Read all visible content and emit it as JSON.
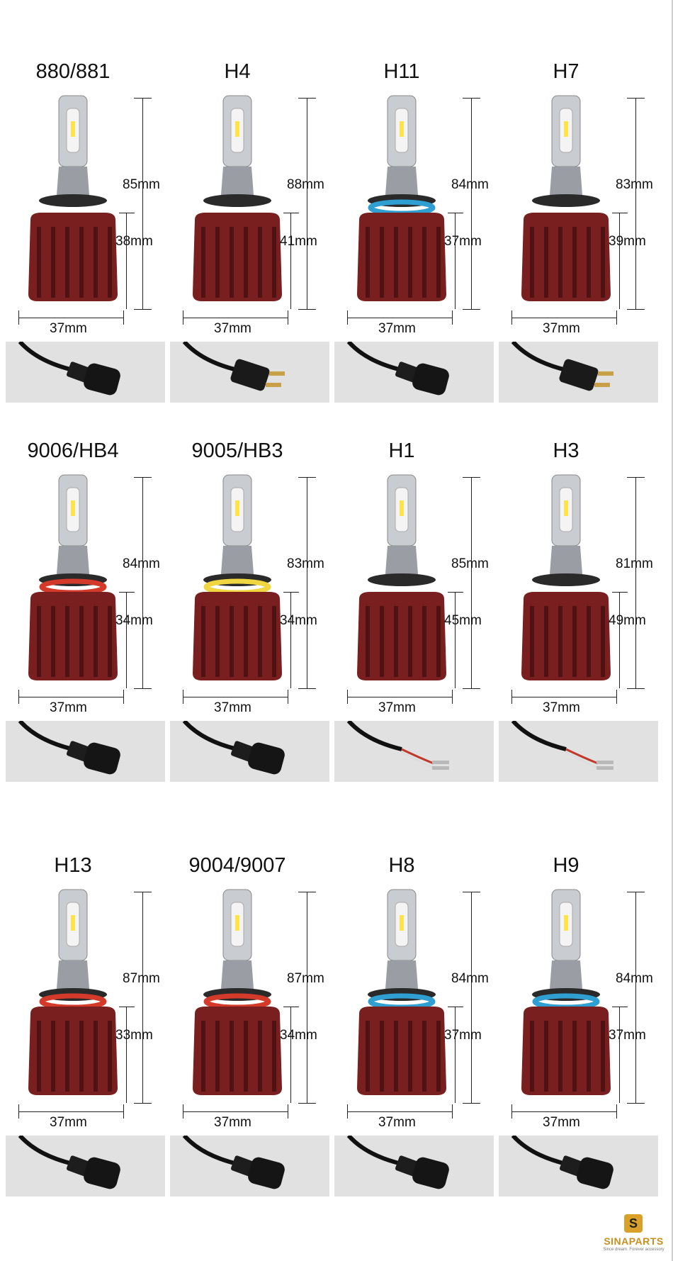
{
  "colors": {
    "heatsink": "#7a1f1f",
    "heatsink_dark": "#4f1111",
    "neck": "#9a9da3",
    "ring_blue": "#2f9fd1",
    "ring_red": "#d43a2a",
    "ring_yellow": "#f0d640",
    "panel": "#e1e1e1",
    "accent_gold": "#c7901e"
  },
  "rows": [
    {
      "items": [
        {
          "title": "880/881",
          "height": "85mm",
          "base": "38mm",
          "width": "37mm",
          "ring": "none",
          "connector": "rect-plug"
        },
        {
          "title": "H4",
          "height": "88mm",
          "base": "41mm",
          "width": "37mm",
          "ring": "none",
          "connector": "prong-plug"
        },
        {
          "title": "H11",
          "height": "84mm",
          "base": "37mm",
          "width": "37mm",
          "ring": "blue",
          "connector": "rect-plug"
        },
        {
          "title": "H7",
          "height": "83mm",
          "base": "39mm",
          "width": "37mm",
          "ring": "none",
          "connector": "prong-plug"
        }
      ]
    },
    {
      "items": [
        {
          "title": "9006/HB4",
          "height": "84mm",
          "base": "34mm",
          "width": "37mm",
          "ring": "red",
          "connector": "rect-plug"
        },
        {
          "title": "9005/HB3",
          "height": "83mm",
          "base": "34mm",
          "width": "37mm",
          "ring": "yellow",
          "connector": "rect-plug"
        },
        {
          "title": "H1",
          "height": "85mm",
          "base": "45mm",
          "width": "37mm",
          "ring": "none",
          "connector": "wire-leads"
        },
        {
          "title": "H3",
          "height": "81mm",
          "base": "49mm",
          "width": "37mm",
          "ring": "none",
          "connector": "wire-leads"
        }
      ]
    },
    {
      "items": [
        {
          "title": "H13",
          "height": "87mm",
          "base": "33mm",
          "width": "37mm",
          "ring": "red",
          "connector": "rect-plug"
        },
        {
          "title": "9004/9007",
          "height": "87mm",
          "base": "34mm",
          "width": "37mm",
          "ring": "red",
          "connector": "rect-plug"
        },
        {
          "title": "H8",
          "height": "84mm",
          "base": "37mm",
          "width": "37mm",
          "ring": "blue",
          "connector": "rect-plug"
        },
        {
          "title": "H9",
          "height": "84mm",
          "base": "37mm",
          "width": "37mm",
          "ring": "blue",
          "connector": "rect-plug"
        }
      ]
    }
  ],
  "brand": {
    "name": "SINAPARTS",
    "badge": "S",
    "tagline": "Since dream. Forever accessory"
  }
}
